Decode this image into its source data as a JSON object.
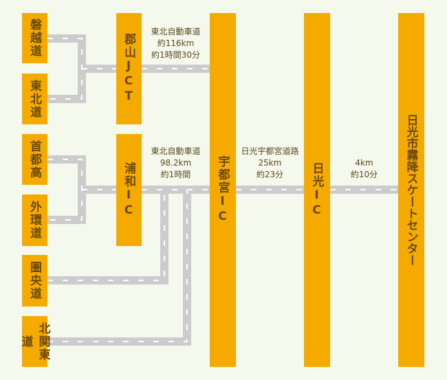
{
  "origins": [
    "磐越道",
    "東北道",
    "首都高",
    "外環道",
    "圏央道",
    "北関東道"
  ],
  "junctions": {
    "koriyama": "郡山JCT",
    "urawa": "浦和IC",
    "utsunomiya": "宇都宮IC",
    "nikko": "日光IC",
    "destination": "日光市霧降スケートセンター"
  },
  "routes": {
    "koriyama": {
      "road": "東北自動車道",
      "distance": "約116km",
      "time": "約1時間30分"
    },
    "urawa": {
      "road": "東北自動車道",
      "distance": "98.2km",
      "time": "約1時間"
    },
    "utsunomiya": {
      "road": "日光宇都宮道路",
      "distance": "25km",
      "time": "約23分"
    },
    "nikko": {
      "distance": "4km",
      "time": "約10分"
    }
  },
  "colors": {
    "box": "#f5aa00",
    "road": "#cccccc",
    "background": "#f5f8ec",
    "text": "#6b4a05"
  }
}
